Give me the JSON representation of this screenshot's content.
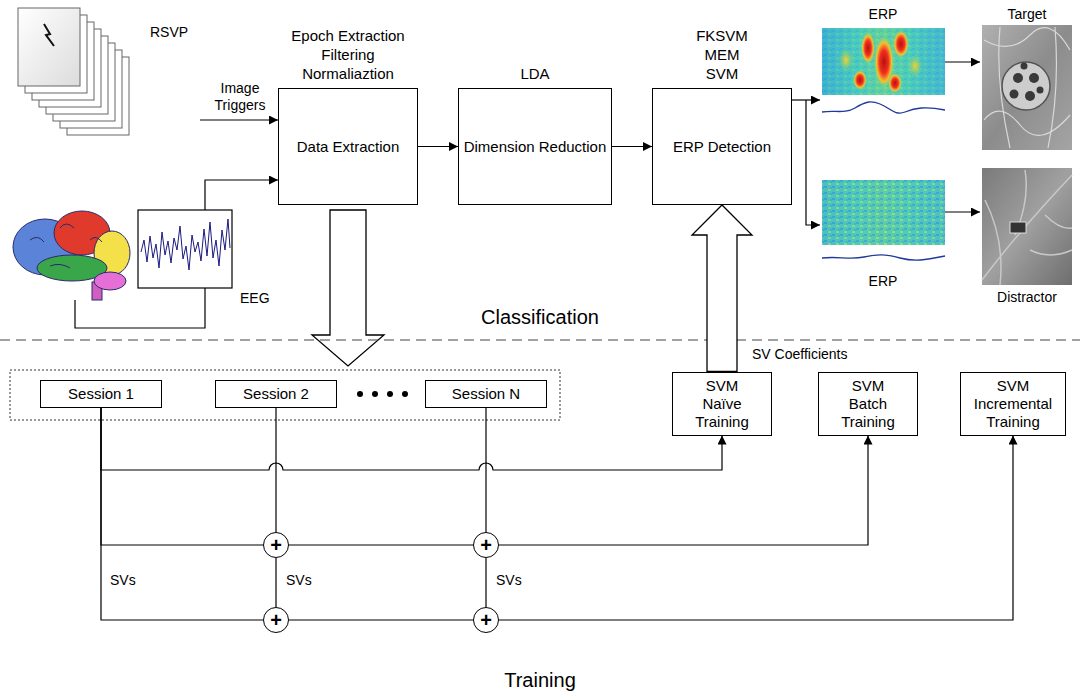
{
  "diagram": {
    "nodes": [
      {
        "text": [
          "Epoch Extraction Filtering Normaliaztion",
          "Data Extraction"
        ]
      },
      {
        "text": [
          "LDA",
          "Dimension Reduction"
        ]
      },
      {
        "text": [
          "FKSVM MEM SVM",
          "ERP Detection"
        ]
      },
      {
        "text": [
          "Session 1"
        ]
      },
      {
        "text": [
          "Session 2"
        ]
      },
      {
        "text": [
          "Session N"
        ]
      },
      {
        "text": [
          "SVM Naïve Training"
        ]
      },
      {
        "text": [
          "SVM Batch Training"
        ]
      },
      {
        "text": [
          "SVM Incremental Training"
        ]
      },
      {
        "text": [
          "+"
        ]
      },
      {
        "text": [
          "+"
        ]
      },
      {
        "text": [
          "+"
        ]
      },
      {
        "text": [
          "+"
        ]
      }
    ],
    "edges": [
      {
        "from": 0,
        "to": 1,
        "arrow": "to"
      },
      {
        "from": 1,
        "to": 2,
        "arrow": "to"
      },
      {
        "from": 6,
        "to": 2,
        "label": "SV Coefficients",
        "arrow": "to"
      },
      {
        "from": 3,
        "to": 6,
        "arrow": "to"
      },
      {
        "from": 3,
        "to": 9,
        "arrow": "none"
      },
      {
        "from": 4,
        "to": 9,
        "arrow": "none"
      },
      {
        "from": 9,
        "to": 10,
        "arrow": "none"
      },
      {
        "from": 5,
        "to": 10,
        "arrow": "none"
      },
      {
        "from": 10,
        "to": 7,
        "arrow": "to"
      },
      {
        "from": 3,
        "to": 11,
        "label": "SVs",
        "arrow": "none"
      },
      {
        "from": 9,
        "to": 11,
        "label": "SVs",
        "arrow": "none"
      },
      {
        "from": 11,
        "to": 12,
        "arrow": "none"
      },
      {
        "from": 10,
        "to": 12,
        "label": "SVs",
        "arrow": "none"
      },
      {
        "from": 12,
        "to": 8,
        "arrow": "to"
      }
    ],
    "labels": [
      "RSVP",
      "Image Triggers",
      "EEG",
      "ERP",
      "Target",
      "ERP",
      "Distractor",
      "Classification",
      "Training"
    ]
  }
}
